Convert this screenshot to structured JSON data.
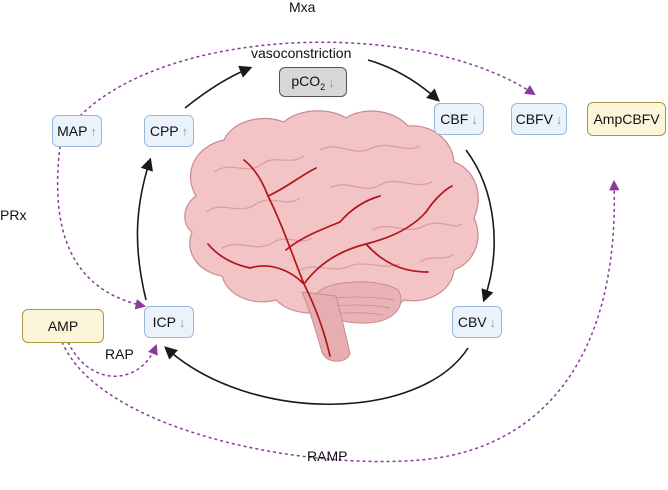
{
  "labels": {
    "mxa": "Mxa",
    "vasoconstriction": "vasoconstriction",
    "prx": "PRx",
    "rap": "RAP",
    "ramp": "RAMP"
  },
  "nodes": {
    "map": {
      "label": "MAP",
      "arrow": "↑"
    },
    "cpp": {
      "label": "CPP",
      "arrow": "↑"
    },
    "pco2": {
      "label": "pCO",
      "sub": "2",
      "arrow": "↓"
    },
    "cbf": {
      "label": "CBF",
      "arrow": "↓"
    },
    "cbfv": {
      "label": "CBFV",
      "arrow": "↓"
    },
    "ampcbfv": {
      "label": "AmpCBFV"
    },
    "amp": {
      "label": "AMP"
    },
    "icp": {
      "label": "ICP",
      "arrow": "↓"
    },
    "cbv": {
      "label": "CBV",
      "arrow": "↓"
    }
  },
  "icons": {
    "center": "brain-icon"
  },
  "colors": {
    "node_blue_fill": "#eaf2fc",
    "node_blue_border": "#9ab8de",
    "node_yellow_fill": "#fbf6d9",
    "node_yellow_border": "#a89a3c",
    "dashed_link": "#8b3a9b",
    "cycle_arrow": "#1a1a1a",
    "brain_fill": "#f2c4c6",
    "vessel": "#b3141c"
  }
}
